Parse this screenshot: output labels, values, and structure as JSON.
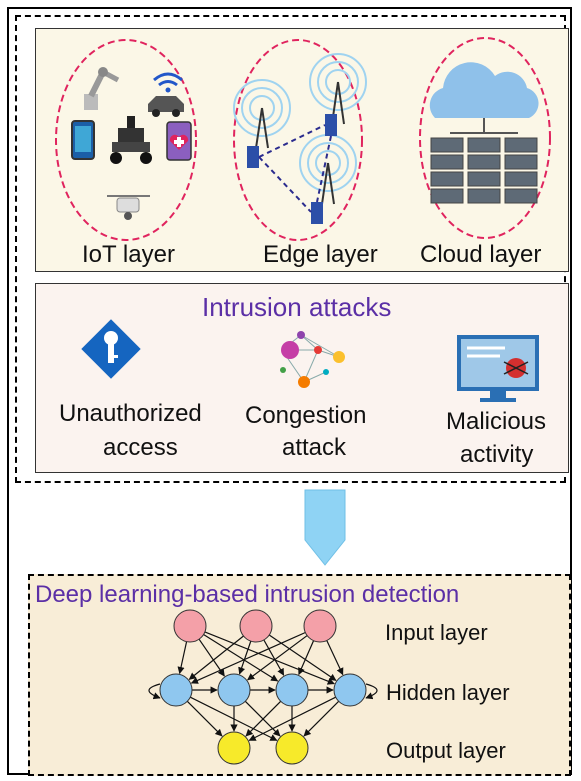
{
  "layers": {
    "iot": "IoT layer",
    "edge": "Edge layer",
    "cloud": "Cloud layer"
  },
  "attacks": {
    "title": "Intrusion attacks",
    "items": [
      {
        "line1": "Unauthorized",
        "line2": "access"
      },
      {
        "line1": "Congestion",
        "line2": "attack"
      },
      {
        "line1": "Malicious",
        "line2": "activity"
      }
    ]
  },
  "detection": {
    "title": "Deep learning-based intrusion detection",
    "input_label": "Input layer",
    "hidden_label": "Hidden layer",
    "output_label": "Output layer"
  },
  "colors": {
    "ellipse_border": "#e0245e",
    "title_purple": "#5b2fa6",
    "input_node": "#f4a0a8",
    "hidden_node": "#8fc7ef",
    "output_node": "#f7ea2a",
    "arrow": "#8fd3f4"
  },
  "icons": [
    "robot-arm-icon",
    "wifi-car-icon",
    "smartphone-icon",
    "rover-robot-icon",
    "health-phone-icon",
    "drone-icon",
    "cell-tower-icon",
    "server-icon",
    "cloud-icon",
    "server-rack-icon",
    "key-diamond-icon",
    "network-graph-icon",
    "bug-monitor-icon"
  ]
}
